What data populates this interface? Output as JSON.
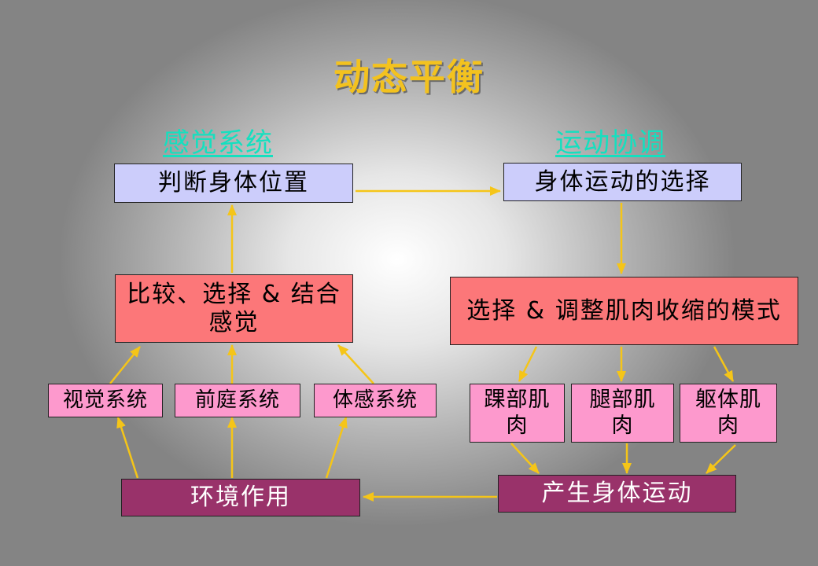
{
  "title": "动态平衡",
  "headings": {
    "sensory": "感觉系统",
    "motor": "运动协调"
  },
  "boxes": {
    "judge_position": "判断身体位置",
    "compare_select": "比较、选择 & 结合感觉",
    "visual": "视觉系统",
    "vestibular": "前庭系统",
    "somatosensory": "体感系统",
    "environment": "环境作用",
    "movement_choice": "身体运动的选择",
    "muscle_pattern": "选择 & 调整肌肉收缩的模式",
    "ankle_muscle": "踝部肌肉",
    "leg_muscle": "腿部肌肉",
    "trunk_muscle": "躯体肌肉",
    "produce_movement": "产生身体运动"
  },
  "colors": {
    "title": "#f3c21f",
    "heading": "#14e0bf",
    "arrow": "#f5c518",
    "lavender_box": "#cccdfb",
    "red_box": "#fc7779",
    "pink_box": "#fd99cd",
    "maroon_box": "#99326a"
  }
}
